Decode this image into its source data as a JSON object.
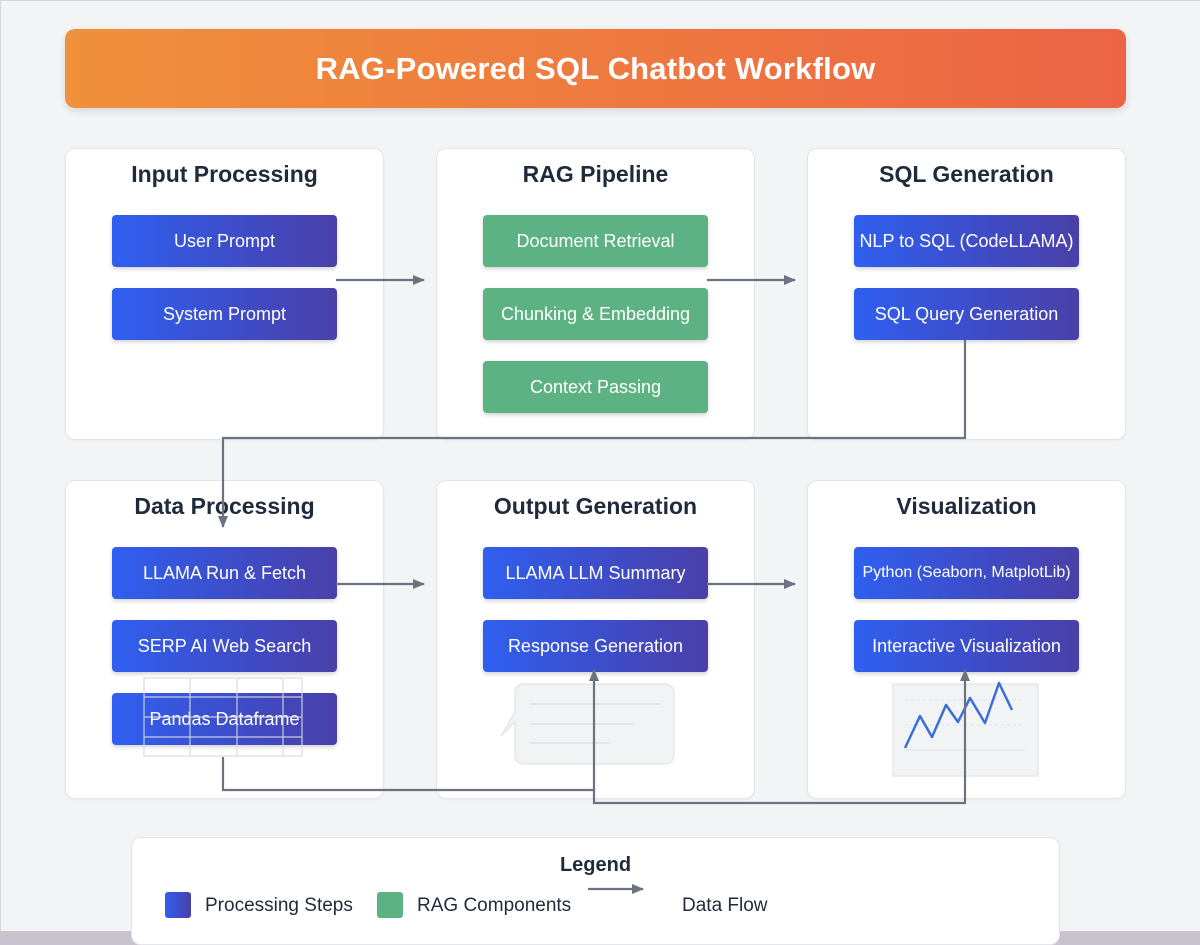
{
  "title": "RAG-Powered SQL Chatbot Workflow",
  "sections": {
    "input": {
      "title": "Input Processing",
      "steps": [
        "User Prompt",
        "System Prompt"
      ]
    },
    "rag": {
      "title": "RAG Pipeline",
      "steps": [
        "Document Retrieval",
        "Chunking & Embedding",
        "Context Passing"
      ]
    },
    "sql": {
      "title": "SQL Generation",
      "steps": [
        "NLP to SQL (CodeLLAMA)",
        "SQL Query Generation"
      ]
    },
    "data": {
      "title": "Data Processing",
      "steps": [
        "LLAMA Run & Fetch",
        "SERP AI Web Search",
        "Pandas Dataframe"
      ]
    },
    "output": {
      "title": "Output Generation",
      "steps": [
        "LLAMA LLM Summary",
        "Response Generation"
      ]
    },
    "viz": {
      "title": "Visualization",
      "steps": [
        "Python (Seaborn, MatplotLib)",
        "Interactive Visualization"
      ]
    }
  },
  "legend": {
    "title": "Legend",
    "items": {
      "processing": "Processing Steps",
      "rag": "RAG Components",
      "flow": "Data Flow"
    }
  },
  "colors": {
    "title_gradient": [
      "#f0903a",
      "#ec6444"
    ],
    "processing": "#3f4bc5",
    "rag": "#5db283",
    "flow": "#6b7280",
    "chart_line": "#3a6fd8"
  }
}
